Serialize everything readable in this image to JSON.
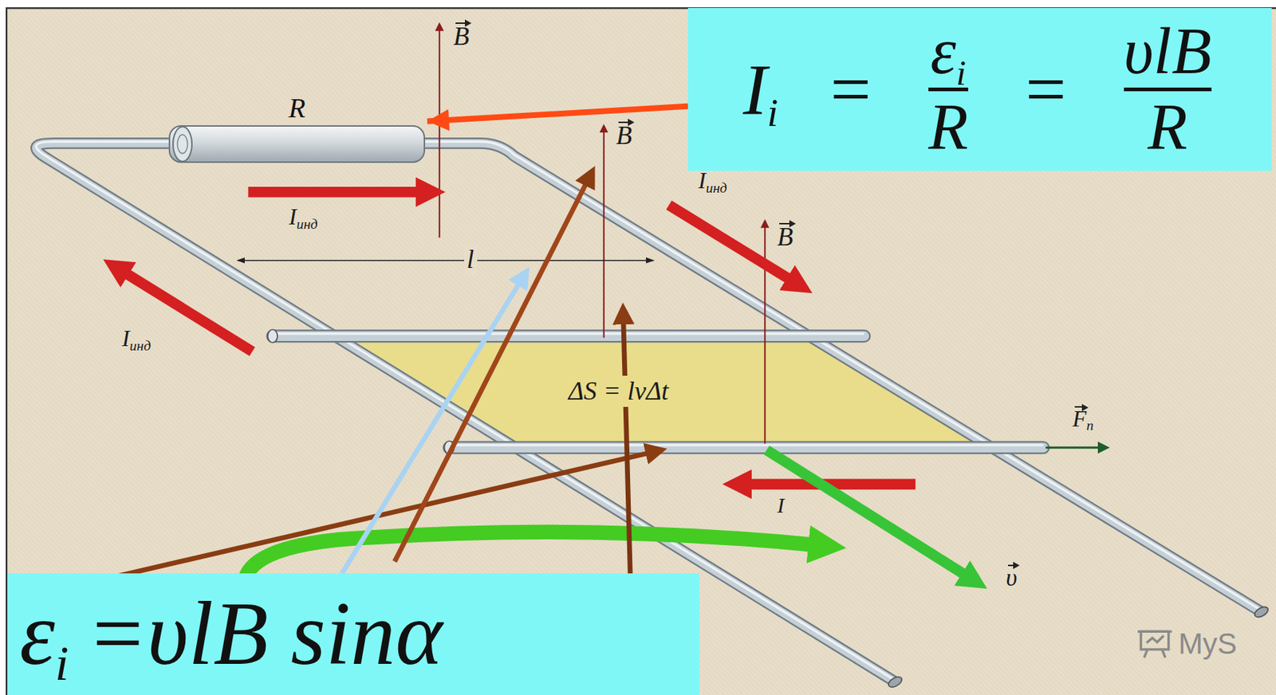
{
  "diagram": {
    "nodes": [
      {
        "text": [
          "I",
          "i",
          "=",
          "ε",
          "i",
          "R",
          "=",
          "υlB",
          "R"
        ]
      },
      {
        "text": [
          "R"
        ]
      },
      {
        "text": [
          "ε",
          "i",
          "=υlB sinα"
        ]
      }
    ],
    "edges": [
      {
        "from": 0,
        "to": 1,
        "arrow": "to"
      }
    ],
    "labels": [
      "B",
      "B",
      "B",
      "I",
      "инд",
      "I",
      "инд",
      "I",
      "инд",
      "l",
      "ΔS = lvΔt",
      "F",
      "п",
      "I",
      "υ",
      "MyS"
    ]
  }
}
